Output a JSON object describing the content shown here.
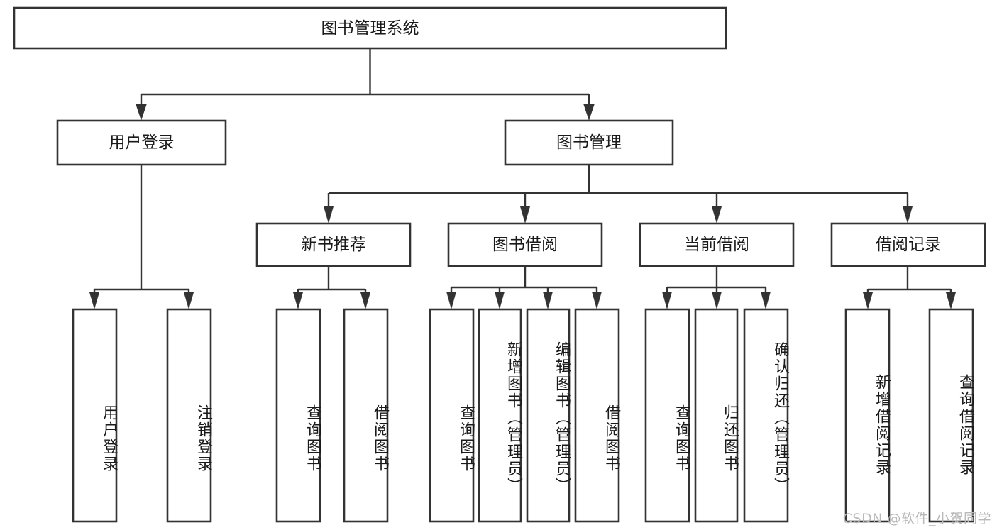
{
  "diagram": {
    "title": "图书管理系统",
    "type": "tree-hierarchy",
    "root": {
      "label": "图书管理系统"
    },
    "level2": [
      {
        "id": "user-login",
        "label": "用户登录"
      },
      {
        "id": "book-management",
        "label": "图书管理"
      }
    ],
    "level3": [
      {
        "id": "new-book-recommend",
        "label": "新书推荐"
      },
      {
        "id": "book-borrow",
        "label": "图书借阅"
      },
      {
        "id": "current-borrow",
        "label": "当前借阅"
      },
      {
        "id": "borrow-record",
        "label": "借阅记录"
      }
    ],
    "leaves": [
      {
        "id": "leaf-user-login",
        "label": "用户登录",
        "parent": "user-login"
      },
      {
        "id": "leaf-logout-login",
        "label": "注销登录",
        "parent": "user-login"
      },
      {
        "id": "leaf-query-book-1",
        "label": "查询图书",
        "parent": "new-book-recommend"
      },
      {
        "id": "leaf-borrow-book-1",
        "label": "借阅图书",
        "parent": "new-book-recommend"
      },
      {
        "id": "leaf-query-book-2",
        "label": "查询图书",
        "parent": "book-borrow"
      },
      {
        "id": "leaf-add-book",
        "label": "新增图书（管理员）",
        "parent": "book-borrow"
      },
      {
        "id": "leaf-edit-book",
        "label": "编辑图书（管理员）",
        "parent": "book-borrow"
      },
      {
        "id": "leaf-borrow-book-2",
        "label": "借阅图书",
        "parent": "book-borrow"
      },
      {
        "id": "leaf-query-book-3",
        "label": "查询图书",
        "parent": "current-borrow"
      },
      {
        "id": "leaf-return-book",
        "label": "归还图书",
        "parent": "current-borrow"
      },
      {
        "id": "leaf-confirm-return",
        "label": "确认归还（管理员）",
        "parent": "current-borrow"
      },
      {
        "id": "leaf-add-record",
        "label": "新增借阅记录",
        "parent": "borrow-record"
      },
      {
        "id": "leaf-query-record",
        "label": "查询借阅记录",
        "parent": "borrow-record"
      }
    ],
    "colors": {
      "stroke": "#333333",
      "fill": "#ffffff",
      "text": "#1a1a1a",
      "watermark": "#b9b9b9"
    }
  },
  "watermark": {
    "text": "CSDN @软件_小贺同学"
  }
}
